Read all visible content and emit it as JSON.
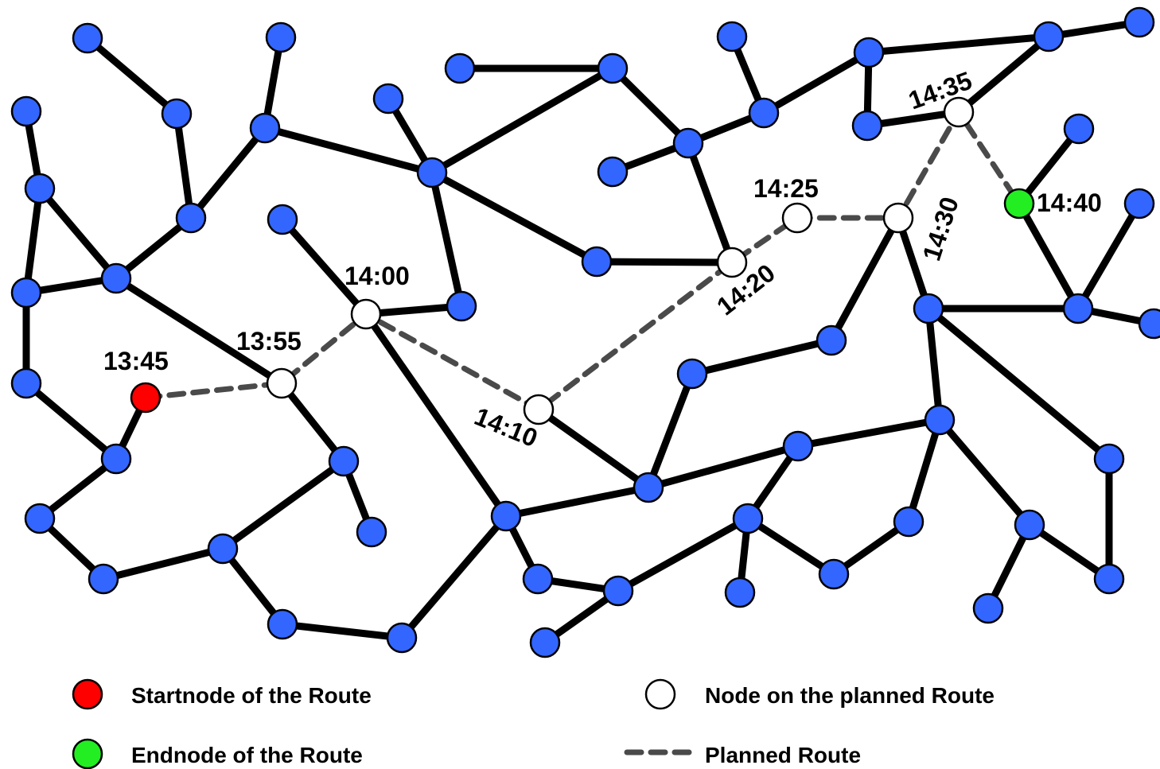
{
  "colors": {
    "network_node": "#3366ff",
    "route_node": "#ffffff",
    "start_node": "#ff0000",
    "end_node": "#22ee22",
    "edge": "#000000",
    "route_line": "#4a4a4a"
  },
  "time_labels": {
    "t1345": "13:45",
    "t1355": "13:55",
    "t1400": "14:00",
    "t1410": "14:10",
    "t1420": "14:20",
    "t1425": "14:25",
    "t1430": "14:30",
    "t1435": "14:35",
    "t1440": "14:40"
  },
  "legend": {
    "start": "Startnode of the Route",
    "end": "Endnode of the Route",
    "route_node": "Node on the planned Route",
    "planned_route": "Planned Route"
  }
}
